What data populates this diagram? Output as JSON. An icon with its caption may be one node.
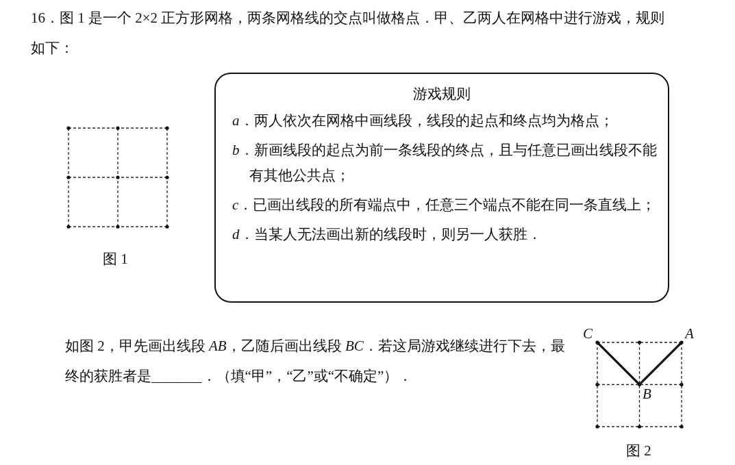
{
  "diagram": {
    "nodes": [
      {
        "text": [
          "游戏规则",
          "*a*．两人依次在网格中画线段，线段的起点和终点均为格点；",
          "*b*．新画线段的起点为前一条线段的终点，且与任意已画出线段不能有其他公共点；",
          "*c*．已画出线段的所有端点中，任意三个端点不能在同一条直线上；",
          "*d*．当某人无法画出新的线段时，则另一人获胜．"
        ]
      }
    ],
    "labels": [
      "16．图 1 是一个 2×2 正方形网格，两条网格线的交点叫做格点．甲、乙两人在网格中进行游戏，规则如下：",
      "图 1",
      "如图 2，甲先画出线段 *AB*，乙随后画出线段 *BC*．若这局游戏继续进行下去，最终的获胜者是_______．（填“甲”，“乙”或“不确定”）．",
      "C",
      "A",
      "B",
      "图 2"
    ]
  }
}
